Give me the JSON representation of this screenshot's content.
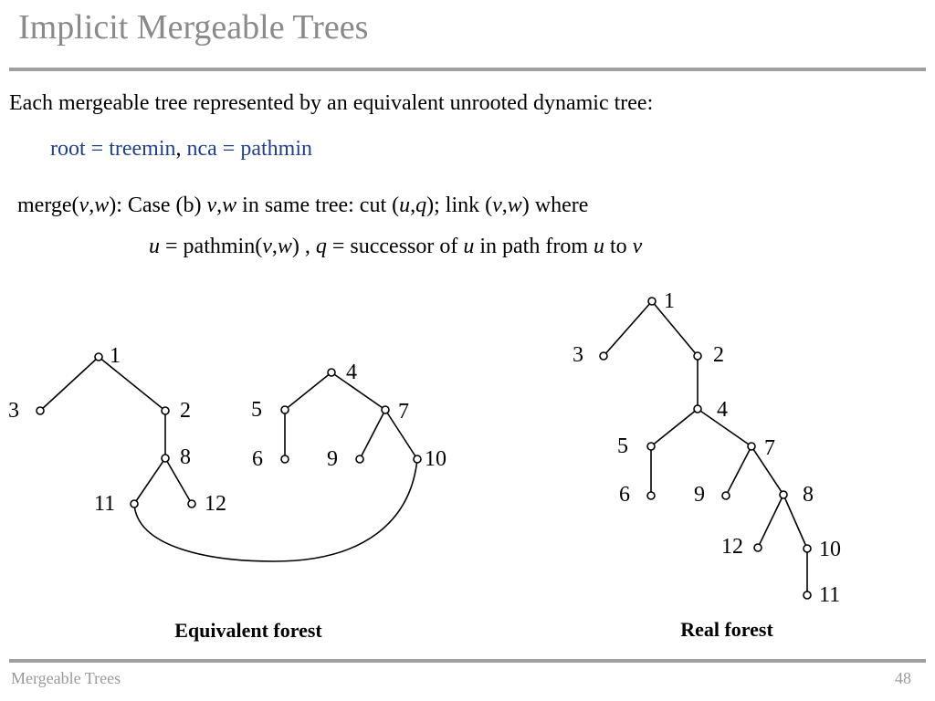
{
  "slide": {
    "title": "Implicit Mergeable Trees",
    "line1": "Each mergeable tree represented by an equivalent unrooted dynamic tree:",
    "line2": {
      "part1": "root = treemin",
      "sep": ", ",
      "part2": "nca = pathmin"
    },
    "line3": {
      "t1": "merge(",
      "v": "v",
      "c1": ",",
      "w": "w",
      "t2": "): Case (b) ",
      "v2": "v",
      "c2": ",",
      "w2": "w",
      "t3": " in same tree:  cut (",
      "u": "u",
      "c3": ",",
      "q": "q",
      "t4": "); link (",
      "v3": "v",
      "c4": ",",
      "w3": "w",
      "t5": ")  where"
    },
    "line4": {
      "u": "u",
      "t1": " = pathmin(",
      "v": "v",
      "c1": ",",
      "w": "w",
      "t2": ")  ,  ",
      "q": "q",
      "t3": " = successor of ",
      "u2": "u",
      "t4": " in path from ",
      "u3": "u",
      "t5": " to ",
      "v2": "v"
    },
    "footer_left": "Mergeable Trees",
    "page_number": "48"
  },
  "diagram": {
    "equivalent_forest": {
      "caption": "Equivalent forest",
      "nodes": [
        "1",
        "3",
        "2",
        "8",
        "11",
        "12",
        "4",
        "5",
        "7",
        "6",
        "9",
        "10"
      ]
    },
    "real_forest": {
      "caption": "Real forest",
      "nodes": [
        "1",
        "3",
        "2",
        "4",
        "5",
        "7",
        "6",
        "9",
        "8",
        "12",
        "10",
        "11"
      ]
    }
  }
}
